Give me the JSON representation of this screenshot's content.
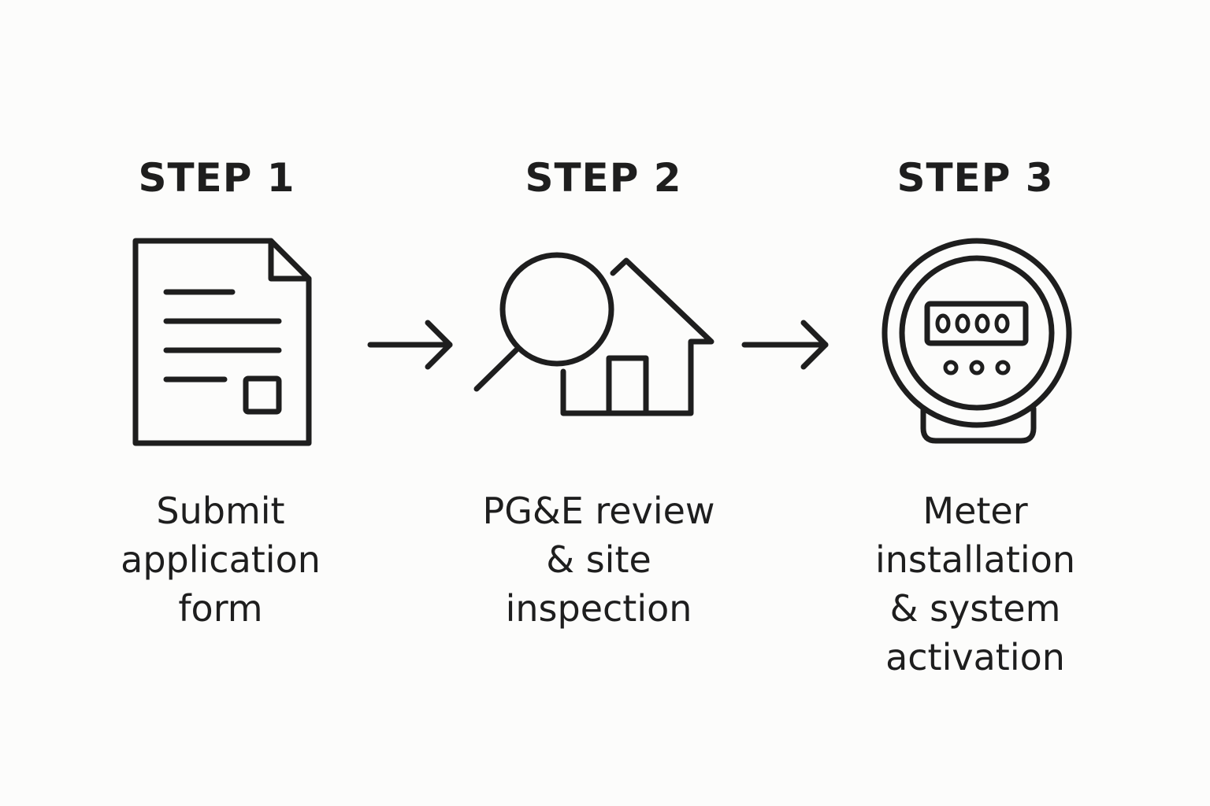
{
  "colors": {
    "background": "#fcfcfb",
    "ink": "#1e1e1e"
  },
  "steps": [
    {
      "title": "STEP 1",
      "icon": "document-form-icon",
      "description": [
        "Submit",
        "application",
        "form"
      ]
    },
    {
      "title": "STEP 2",
      "icon": "magnifier-house-icon",
      "description": [
        "PG&E review",
        "& site",
        "inspection"
      ]
    },
    {
      "title": "STEP 3",
      "icon": "electric-meter-icon",
      "description": [
        "Meter",
        "installation",
        "& system",
        "activation"
      ]
    }
  ],
  "connectors": [
    "arrow-right-icon",
    "arrow-right-icon"
  ],
  "meter_display": "0000"
}
